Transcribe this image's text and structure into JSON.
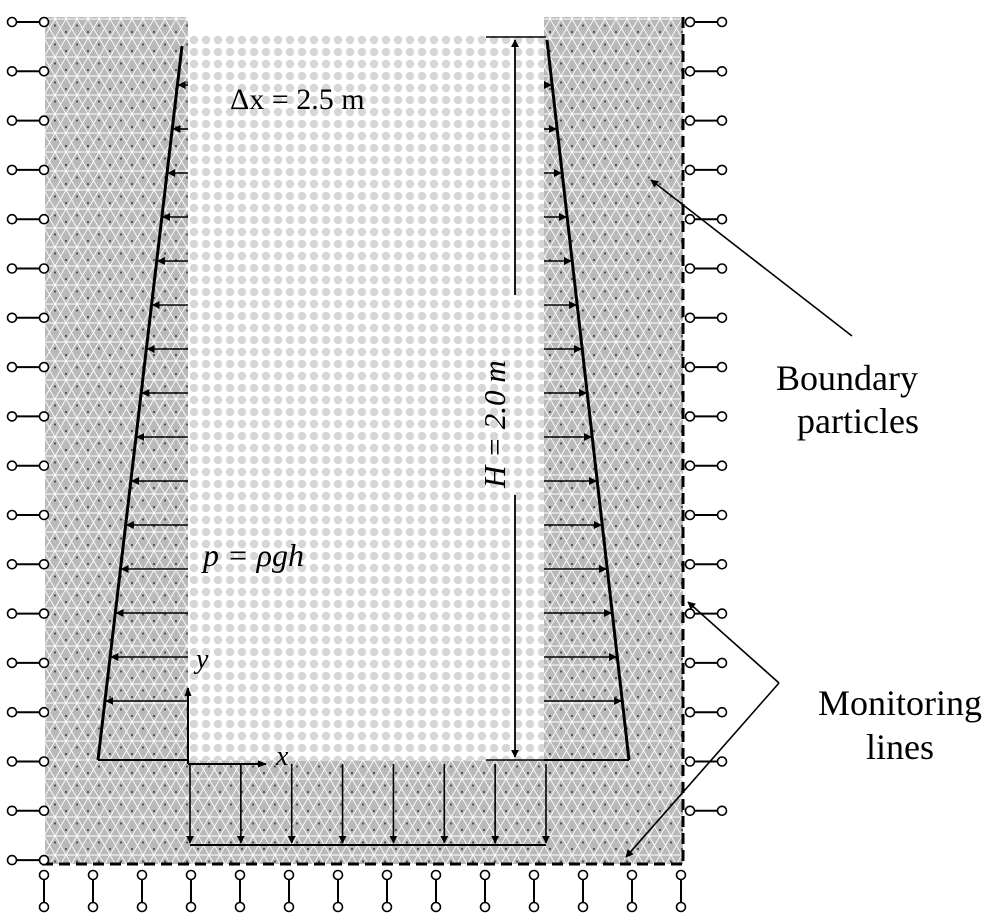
{
  "labels": {
    "dx_text": "Δx = 2.5 m",
    "height_text": "H = 2.0 m",
    "pressure_text": "p = ρgh",
    "x_axis": "x",
    "y_axis": "y",
    "boundary_line1": "Boundary",
    "boundary_line2": "particles",
    "monitoring_line1": "Monitoring",
    "monitoring_line2": "lines"
  },
  "colors": {
    "boundary_fill": "#b9b9b9",
    "boundary_mesh": "#ffffff",
    "fluid_particle": "#d6d6d6",
    "ink": "#000000"
  },
  "hydrostatic_arrows_per_side": 15,
  "bottom_arrows": 8
}
